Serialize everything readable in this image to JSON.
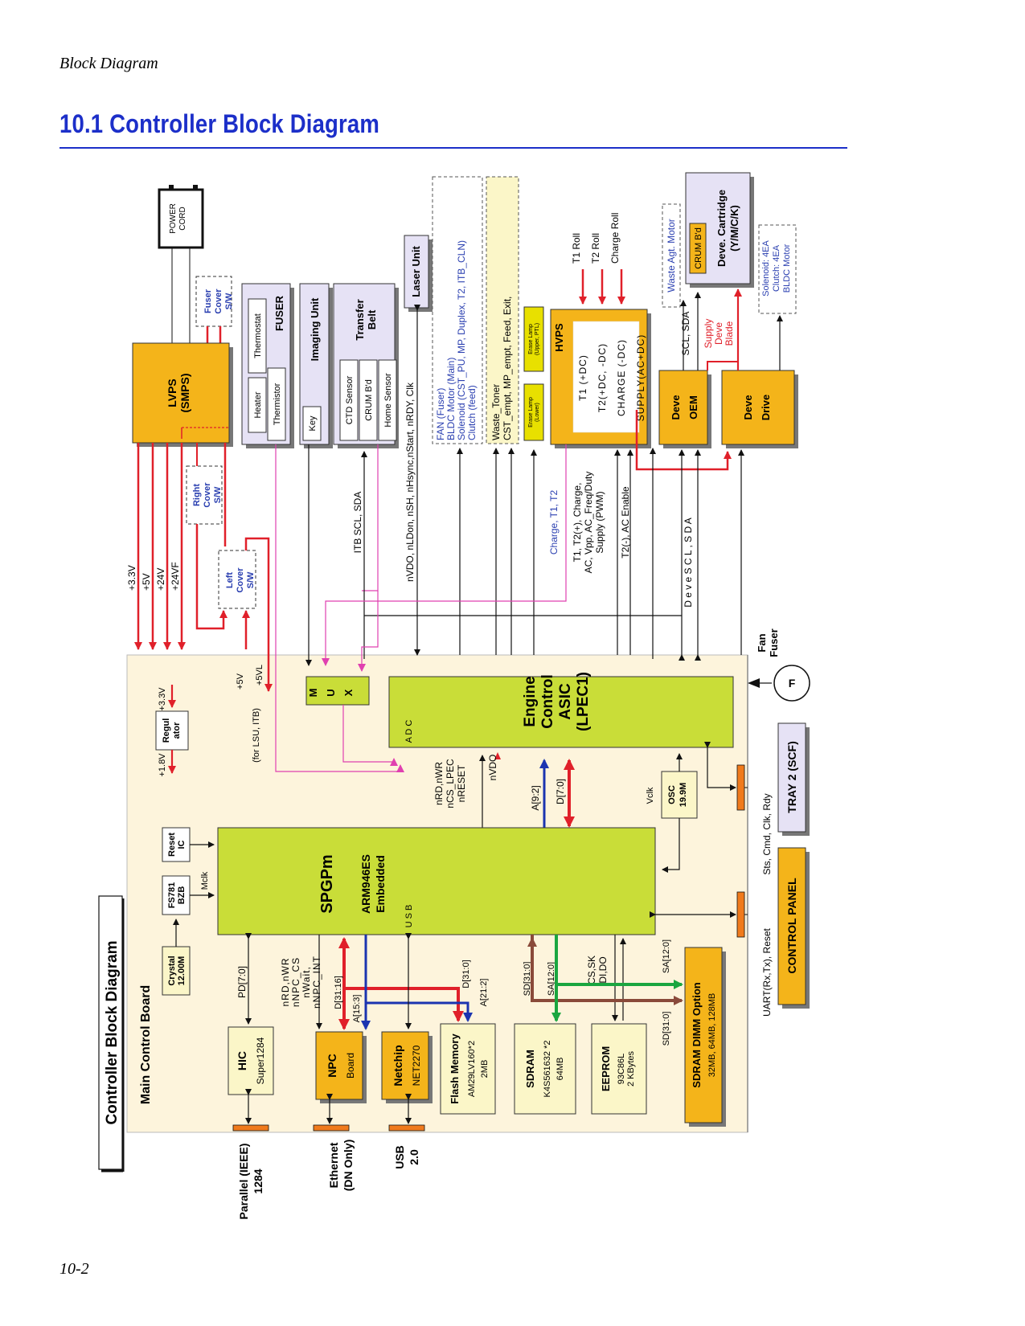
{
  "header": {
    "running_head": "Block Diagram",
    "title": "10.1 Controller Block Diagram"
  },
  "footer": {
    "page_number": "10-2"
  },
  "colors": {
    "title_blue": "#1c2fc9",
    "board_fill": "#fdf4dc",
    "orange": "#f4b41a",
    "green": "#c9dd38",
    "lavender": "#e6e2f5",
    "yellow": "#fbf6c8",
    "power_red": "#e0202a",
    "signal_magenta": "#e040b0",
    "bus_blue": "#1b34b0",
    "bus_green": "#1aa640",
    "bus_brown": "#8a4a3a"
  },
  "diagram": {
    "rotated_title": "Controller  Block  Diagram",
    "board_label": "Main  Control  Board",
    "power_cord": [
      "POWER",
      "CORD"
    ],
    "lvps": [
      "LVPS",
      "(SMPS)"
    ],
    "fuser_cover": [
      "Fuser",
      "Cover",
      "S/W"
    ],
    "right_cover": [
      "Right",
      "Cover",
      "S/W"
    ],
    "left_cover": [
      "Left",
      "Cover",
      "S/W"
    ],
    "fuser": {
      "title": "FUSER",
      "heater": "Heater",
      "thermostat": "Thermostat",
      "thermistor": "Thermistor"
    },
    "imaging_unit": {
      "title": "Imaging Unit",
      "key": "Key"
    },
    "transfer_belt": {
      "title": [
        "Transfer",
        "Belt"
      ],
      "ctd": "CTD  Sensor",
      "crum": "CRUM  B'd",
      "home": "Home  Sensor"
    },
    "laser_unit": "Laser Unit",
    "fan_group": [
      "FAN (Fuser)",
      "BLDC Motor  (Main)",
      "Solenoid (CST_PU,  MP,  Duplex,  T2,  ITB_CLN)",
      "Clutch (feed)"
    ],
    "waste_group": [
      "Waste_Toner",
      "CST_empt,  MP_empt,  Feed,  Exit,"
    ],
    "erase_upper": [
      "Erase Lamp",
      "(Upper, PTL)"
    ],
    "erase_lower": [
      "Erase Lamp",
      "(Lower)"
    ],
    "hvps": {
      "title": "HVPS",
      "rows": [
        "T1  (+DC)",
        "T2(+DC,  -DC)",
        "CHARGE  (-DC)",
        "SUPPLY(AC+DC)"
      ]
    },
    "rolls": [
      "T1  Roll",
      "T2  Roll",
      "Charge  Roll"
    ],
    "waste_agt": "Waste  Agt.  Motor",
    "deve_cartridge": {
      "crum": "CRUM  B'd",
      "title": [
        "Deve.  Cartridge",
        "(Y/M/C/K)"
      ]
    },
    "solenoid_group": [
      "Solenoid:  4EA",
      "Clutch:  4EA",
      "BLDC  Motor"
    ],
    "scl_sda_top": "SCL,  SDA",
    "supply_blade": [
      "Supply",
      "Deve",
      "Blade"
    ],
    "deve_oem": [
      "Deve",
      "OEM"
    ],
    "deve_drive": [
      "Deve",
      "Drive"
    ],
    "power_rails": [
      "+3.3V",
      "+5V",
      "+24V",
      "+24VF"
    ],
    "itb_bus": "ITB  SCL,  SDA",
    "laser_signals": "nVDO, nLDon, nSH, nHsync,nStart, nRDY, Clk",
    "charge_sig": "Charge,  T1,  T2",
    "hvps_sig": [
      "T1,  T2(+),  Charge,",
      "AC,  Vpp,  AC_Freq/Duty",
      "Supply   (PWM)"
    ],
    "t2_sig": "T2(-),  AC    Enable",
    "deve_bus": "D e v e    S C L ,   S D A",
    "fan_fuser": [
      "Fan",
      "Fuser"
    ],
    "fan_symbol": "F",
    "regulator": {
      "box": [
        "Regul",
        "ator"
      ],
      "in": "+3.3V",
      "out": "+1.8V"
    },
    "lsu_rail": [
      "+5V",
      "+5VL"
    ],
    "lsu_note": "(for  LSU,  ITB)",
    "mux": [
      "M",
      "U",
      "X"
    ],
    "engine_asic": {
      "title": [
        "Engine",
        "Control",
        "ASIC",
        "(LPEC1)"
      ],
      "adc": "A D C"
    },
    "asic_sigs": [
      "nRD,nWR",
      "nCS_LPEC",
      "nRESET"
    ],
    "nvdo": "nVDO",
    "abus": "A[9:2]",
    "dbus": "D[7:0]",
    "vclk": "Vclk",
    "osc": [
      "OSC",
      "19.9M"
    ],
    "tray_sigs": "Sts,  Cmd,  Clk,  Rdy",
    "tray2": "TRAY 2 (SCF)",
    "reset_ic": [
      "Reset",
      "IC"
    ],
    "fs781": [
      "FS781",
      "BZB"
    ],
    "mclk": "Mclk",
    "crystal": [
      "Crystal",
      "12.00M"
    ],
    "spgpm": {
      "title": "SPGPm",
      "sub": [
        "ARM946ES",
        "Embedded"
      ],
      "usb": "U S B"
    },
    "uart_sigs": "UART(Rx,Tx),  Reset",
    "control_panel": "CONTROL PANEL",
    "pd_bus": "PD[7:0]",
    "npc_sigs": [
      "nRD,nWR",
      "nNPC_CS",
      "nWait,",
      "nNPC_INT"
    ],
    "npc_bus": [
      "D[31:16]",
      "A[15:3]"
    ],
    "flash_bus": [
      "D[31:0]",
      "A[21:2]"
    ],
    "sdram_bus": [
      "SD[31:0]",
      "SA[12:0]"
    ],
    "ee_sigs": [
      "CS,SK",
      "DI,DO"
    ],
    "dimm_bus": [
      "SA[12:0]",
      "SD[31:0]"
    ],
    "hic": [
      "HIC",
      "Super1284"
    ],
    "npc": [
      "NPC",
      "Board"
    ],
    "netchip": [
      "Netchip",
      "NET2270"
    ],
    "flash": [
      "Flash  Memory",
      "AM29LV160*2",
      "2MB"
    ],
    "sdram": [
      "SDRAM",
      "K4S561632  *2",
      "64MB"
    ],
    "eeprom": [
      "EEPROM",
      "93C86L",
      "2  KBytes"
    ],
    "dimm": [
      "SDRAM  DIMM  Option",
      "32MB, 64MB, 128MB"
    ],
    "port_parallel": [
      "Parallel (IEEE)",
      "1284"
    ],
    "port_ethernet": [
      "Ethernet",
      "(DN Only)"
    ],
    "port_usb": [
      "USB",
      "2.0"
    ]
  }
}
